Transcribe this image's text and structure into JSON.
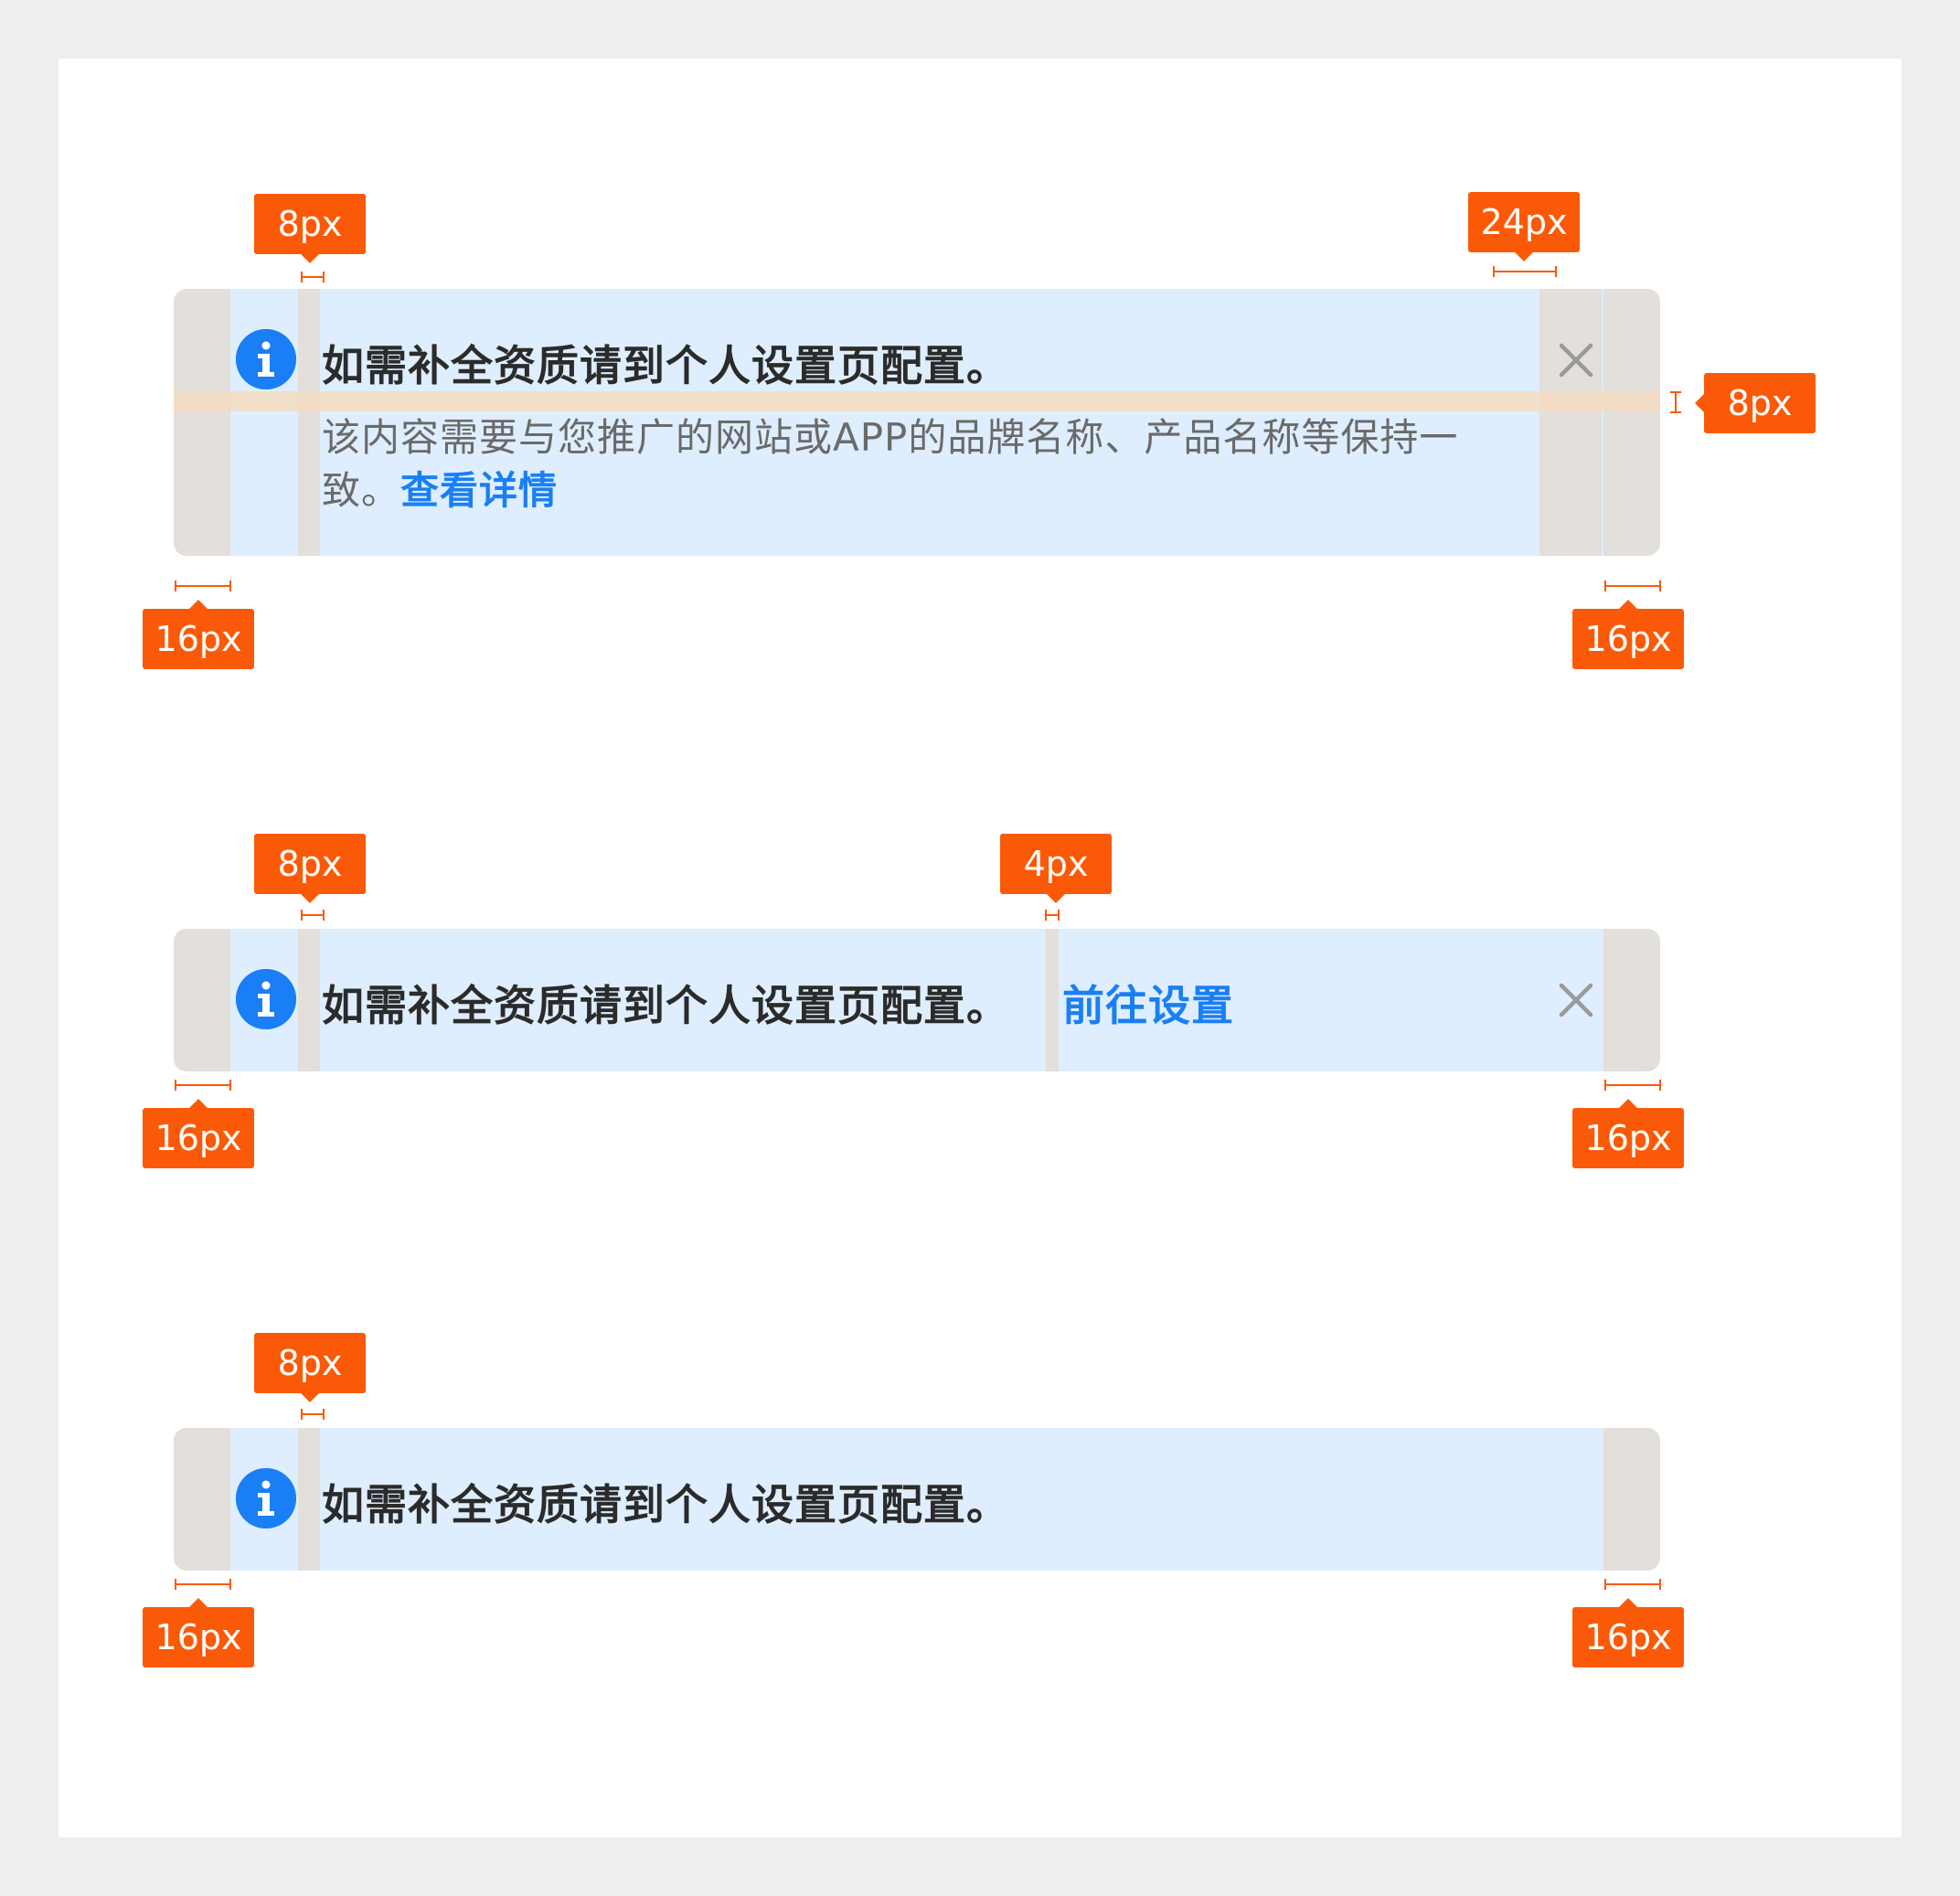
{
  "labels": {
    "px8": "8px",
    "px24": "24px",
    "px16": "16px",
    "px4": "4px"
  },
  "alert1": {
    "title": "如需补全资质请到个人设置页配置。",
    "description": "该内容需要与您推广的网站或APP的品牌名称、产品名称等保持一致。",
    "link": "查看详情"
  },
  "alert2": {
    "title": "如需补全资质请到个人设置页配置。",
    "link": "前往设置"
  },
  "alert3": {
    "title": "如需补全资质请到个人设置页配置。"
  },
  "icons": {
    "info": "info-icon",
    "close": "close-icon"
  },
  "colors": {
    "alert_bg": "#dfeefe",
    "padding_overlay": "#e3dfdb",
    "gap_overlay": "#f4dcc1",
    "accent": "#1a7ff5",
    "tag": "#fa5a07",
    "title_text": "#2b2b2b",
    "desc_text": "#6a6a6a",
    "close": "#9a9a9a"
  }
}
